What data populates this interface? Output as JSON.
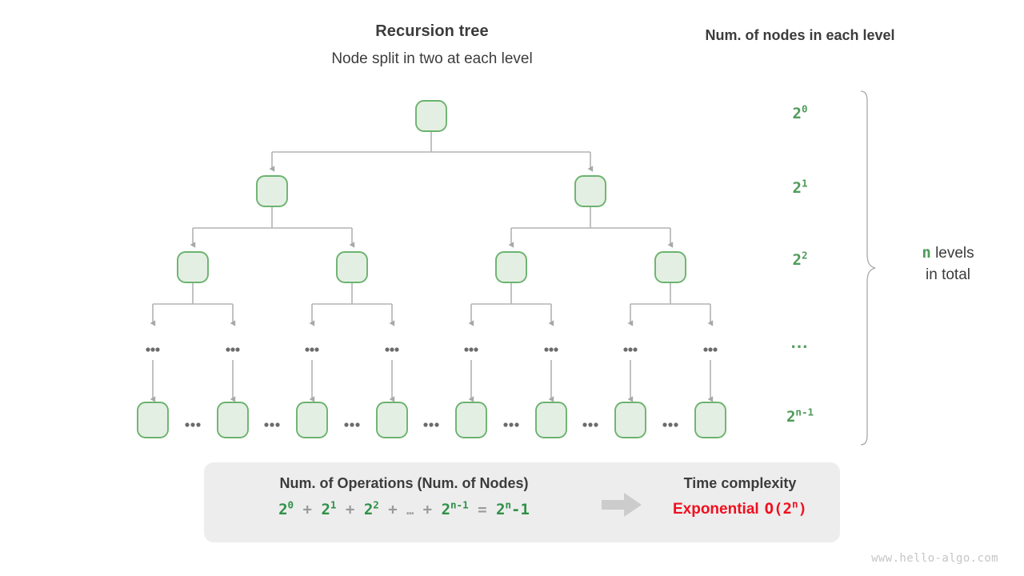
{
  "headings": {
    "tree_title": "Recursion tree",
    "tree_subtitle": "Node split in two at each level",
    "nodes_title": "Num. of nodes in each level"
  },
  "colors": {
    "node_fill": "#e4efe3",
    "node_stroke": "#6bb36e",
    "edge": "#b3b3b3",
    "green_text": "#4e9b5a",
    "red_text": "#f00f1e",
    "panel_bg": "#ededed",
    "text": "#3c3c3c",
    "watermark": "#c6c6c6"
  },
  "levels": [
    {
      "label_base": "2",
      "label_sup": "0",
      "node_count": 1
    },
    {
      "label_base": "2",
      "label_sup": "1",
      "node_count": 2
    },
    {
      "label_base": "2",
      "label_sup": "2",
      "node_count": 4
    },
    {
      "label_base": "⋯",
      "label_sup": "",
      "node_count": 0
    },
    {
      "label_base": "2",
      "label_sup": "n-1",
      "node_count": 8
    }
  ],
  "level_labels": {
    "l0": "2",
    "l0_sup": "0",
    "l1": "2",
    "l1_sup": "1",
    "l2": "2",
    "l2_sup": "2",
    "l3": "⋯",
    "l4": "2",
    "l4_sup": "n-1"
  },
  "brace": {
    "prefix_n": "n",
    "text_line1": "levels",
    "text_line2": "in total"
  },
  "ellipsis": "⋯",
  "summary": {
    "operations_title": "Num. of Operations (Num. of Nodes)",
    "formula": {
      "t0": "2",
      "t0_sup": "0",
      "plus1": "+",
      "t1": "2",
      "t1_sup": "1",
      "plus2": "+",
      "t2": "2",
      "t2_sup": "2",
      "plus3": "+",
      "dots": "…",
      "plus4": "+",
      "t3": "2",
      "t3_sup": "n-1",
      "equals": "=",
      "result": "2",
      "result_sup": "n",
      "result_tail": "-1"
    },
    "arrow_icon": "right-arrow-icon",
    "complexity_title": "Time complexity",
    "complexity_word": "Exponential",
    "complexity_bigo": "O(2",
    "complexity_bigo_sup": "n",
    "complexity_bigo_tail": ")"
  },
  "watermark": "www.hello-algo.com"
}
